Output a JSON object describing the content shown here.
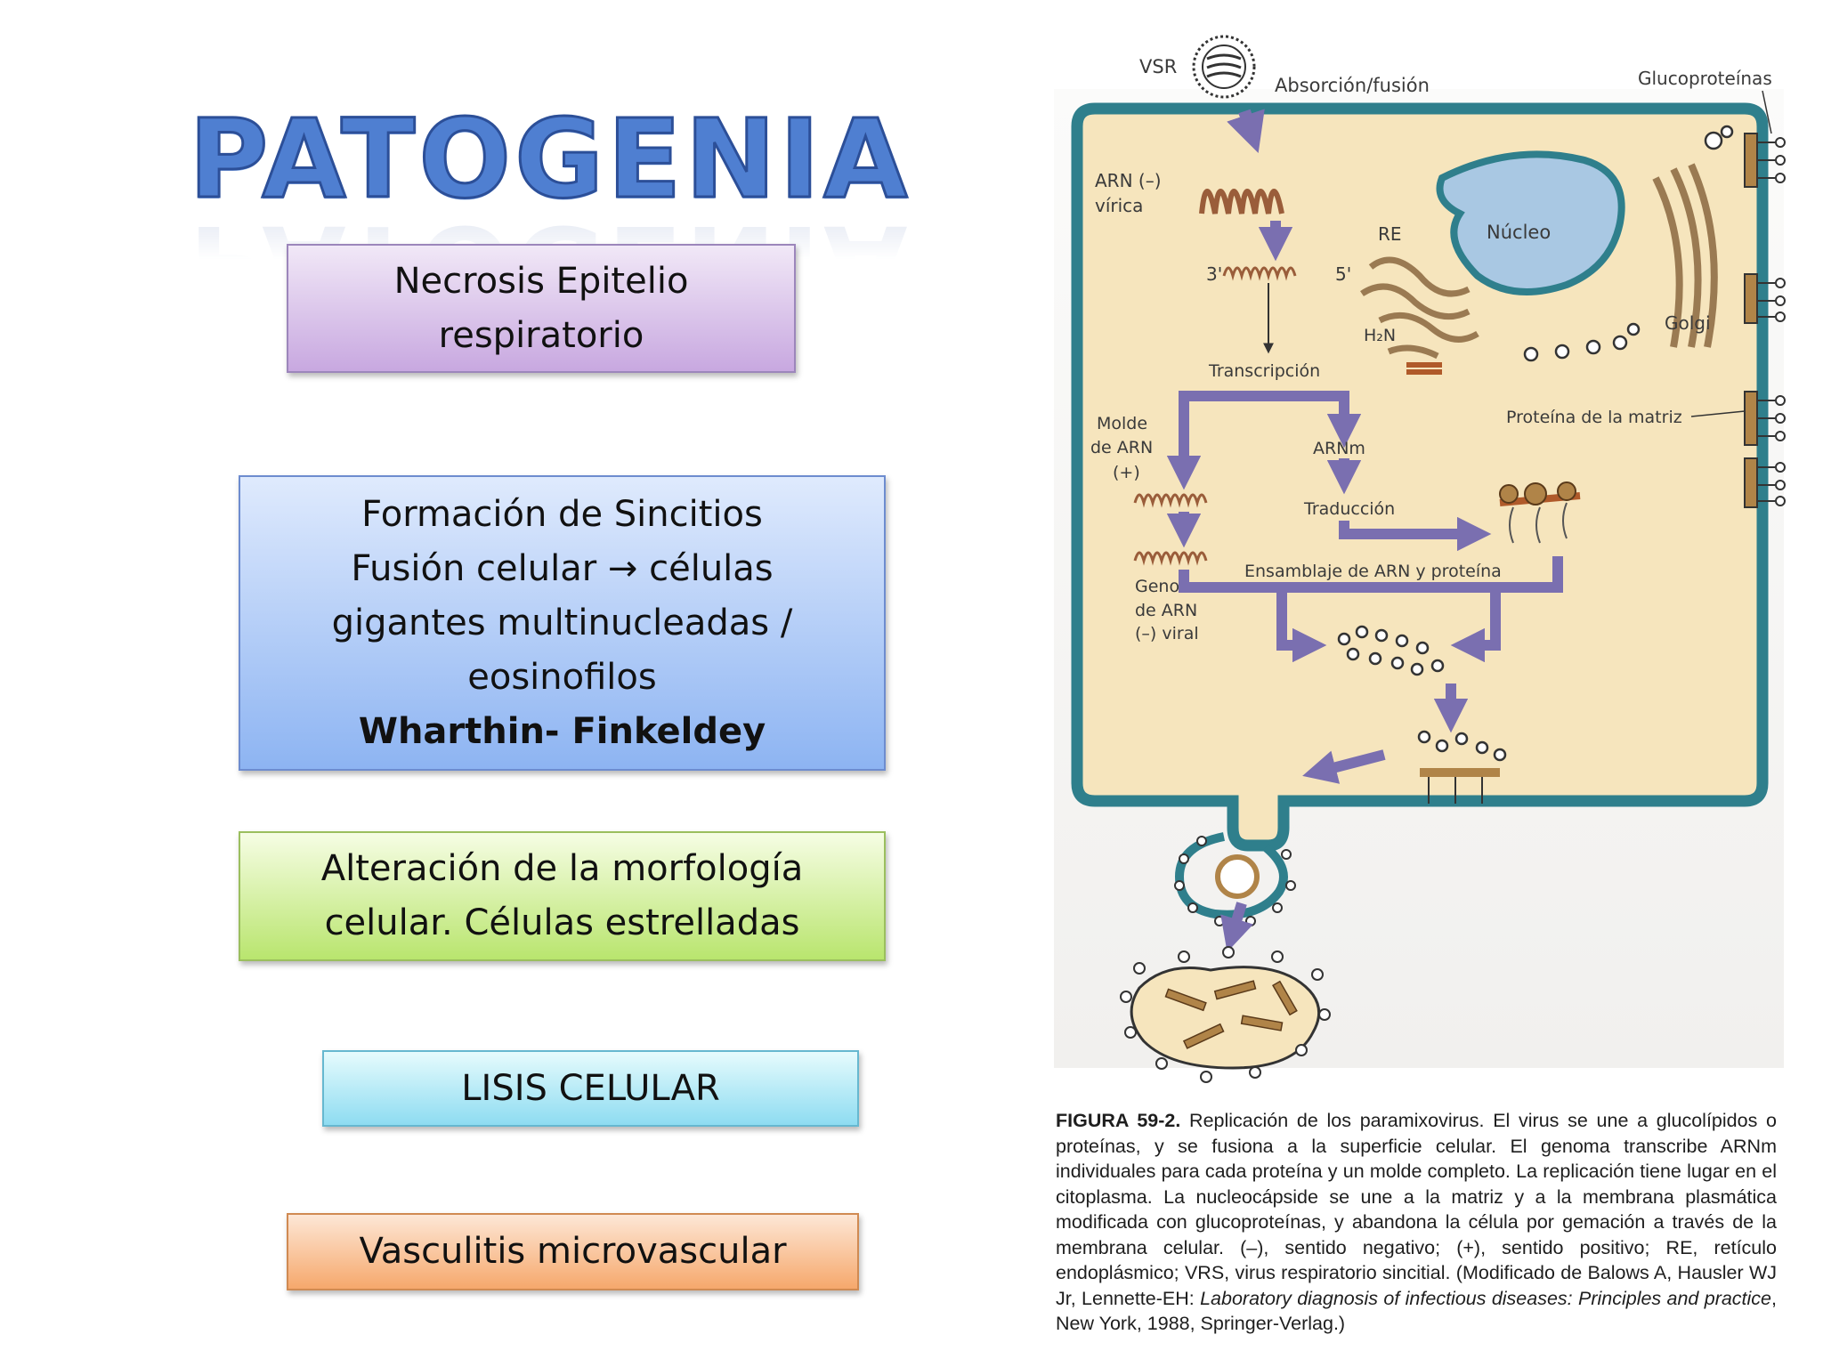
{
  "title": "PATOGENIA",
  "boxes": {
    "necrosis": {
      "line1": "Necrosis Epitelio",
      "line2": "respiratorio"
    },
    "sincitios": {
      "line1": "Formación de Sincitios",
      "line2": "Fusión celular → células",
      "line3": "gigantes multinucleadas /",
      "line4": "eosinofilos",
      "line5": "Wharthin- Finkeldey"
    },
    "morfologia": {
      "line1": "Alteración de la morfología",
      "line2": "celular. Células estrelladas"
    },
    "lisis": {
      "label": "LISIS CELULAR"
    },
    "vasculitis": {
      "label": "Vasculitis microvascular"
    }
  },
  "diagram": {
    "vsr": "VSR",
    "absorcion": "Absorción/fusión",
    "glucoproteinas": "Glucoproteínas",
    "arn_line1": "ARN (–)",
    "arn_line2": "vírica",
    "prime3": "3'",
    "prime5": "5'",
    "re": "RE",
    "nucleo": "Núcleo",
    "golgi": "Golgi",
    "h2n": "H₂N",
    "transcripcion": "Transcripción",
    "molde_line1": "Molde",
    "molde_line2": "de ARN",
    "molde_line3": "(+)",
    "arnm": "ARNm",
    "proteina_matriz": "Proteína de la matriz",
    "traduccion": "Traducción",
    "genoma_line1": "Genoma",
    "genoma_line2": "de ARN",
    "genoma_line3": "(–) viral",
    "ensamblaje": "Ensamblaje de ARN y proteína"
  },
  "caption": {
    "label": "FIGURA 59-2.",
    "text": "Replicación de los paramixovirus. El virus se une a glucolípidos o proteínas, y se fusiona a la superficie celular. El genoma transcribe ARNm individuales para cada proteína y un molde completo. La replicación tiene lugar en el citoplasma. La nucleocápside se une a la matriz y a la membrana plasmática modificada con glucoproteínas, y abandona la célula por gemación a través de la membrana celular. (–), sentido negativo; (+), sentido positivo; RE, retículo endoplásmico; VRS, virus respiratorio sincitial. (Modificado de Balows A, Hausler WJ Jr, Lennette-EH: ",
    "book": "Laboratory diagnosis of infectious diseases: Principles and practice",
    "tail": ", New York, 1988, Springer-Verlag.)"
  },
  "colors": {
    "title": "#4f7fd1",
    "cell_membrane": "#2f7f8c",
    "cytoplasm": "#f6e5bd",
    "nucleus": "#a9c8e3",
    "arrows": "#7a6fb0",
    "proteins": "#b08448"
  }
}
